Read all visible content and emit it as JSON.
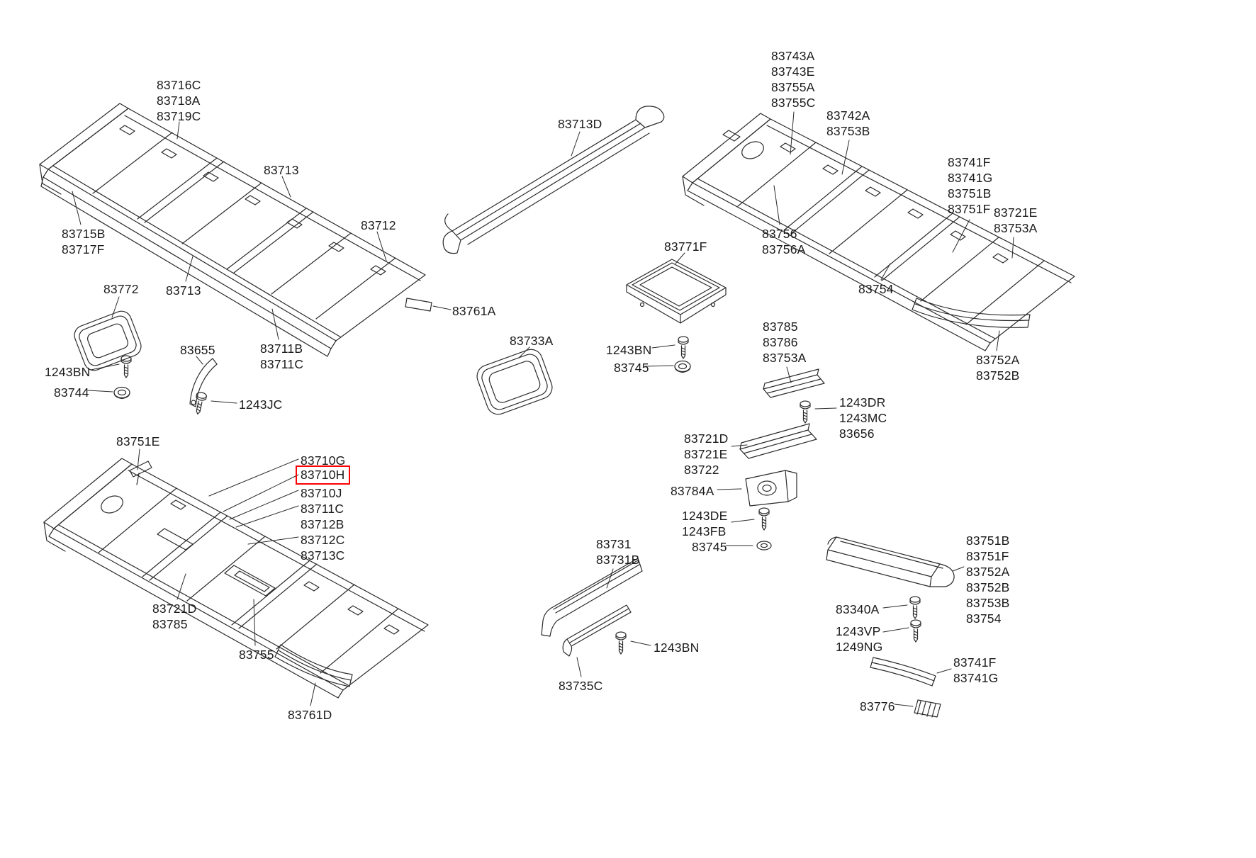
{
  "page": {
    "background": "#ffffff",
    "figure_type": "vehicle roof bow / rail exploded parts diagram"
  },
  "colors": {
    "line": "#2b2b2b",
    "text": "#1a1a1a",
    "highlight": "#fe0000"
  },
  "highlight": {
    "part": "83710H"
  },
  "diagram": {
    "labels": [
      {
        "part": "83716C-83718A-83719C",
        "text": "83716C\n83718A\n83719C"
      },
      {
        "part": "83713-top",
        "text": "83713"
      },
      {
        "part": "83715B-83717F",
        "text": "83715B\n83717F"
      },
      {
        "part": "83712",
        "text": "83712"
      },
      {
        "part": "83713-mid",
        "text": "83713"
      },
      {
        "part": "83772",
        "text": "83772"
      },
      {
        "part": "83655",
        "text": "83655"
      },
      {
        "part": "83711B-83711C",
        "text": "83711B\n83711C"
      },
      {
        "part": "83761A",
        "text": "83761A"
      },
      {
        "part": "1243BN-left",
        "text": "1243BN"
      },
      {
        "part": "83744",
        "text": "83744"
      },
      {
        "part": "1243JC",
        "text": "1243JC"
      },
      {
        "part": "83751E",
        "text": "83751E"
      },
      {
        "part": "83713D",
        "text": "83713D"
      },
      {
        "part": "83771F",
        "text": "83771F"
      },
      {
        "part": "83733A",
        "text": "83733A"
      },
      {
        "part": "1243BN-mid",
        "text": "1243BN"
      },
      {
        "part": "83745-mid",
        "text": "83745"
      },
      {
        "part": "83743A-83743E-83755A-83755C",
        "text": "83743A\n83743E\n83755A\n83755C"
      },
      {
        "part": "83742A-83753B",
        "text": "83742A\n83753B"
      },
      {
        "part": "83741F-83741G-83751B-83751F",
        "text": "83741F\n83741G\n83751B\n83751F"
      },
      {
        "part": "83721E-83753A",
        "text": "83721E\n83753A"
      },
      {
        "part": "83756-83756A",
        "text": "83756\n83756A"
      },
      {
        "part": "83754",
        "text": "83754"
      },
      {
        "part": "83752A-83752B",
        "text": "83752A\n83752B"
      },
      {
        "part": "83785-83786-83753A",
        "text": "83785\n83786\n83753A"
      },
      {
        "part": "1243DR-1243MC-83656",
        "text": "1243DR\n1243MC\n83656"
      },
      {
        "part": "83721D-83721E-83722",
        "text": "83721D\n83721E\n83722"
      },
      {
        "part": "83784A",
        "text": "83784A"
      },
      {
        "part": "1243DE-1243FB",
        "text": "1243DE\n1243FB"
      },
      {
        "part": "83745-low",
        "text": "83745"
      },
      {
        "part": "83731-83731B",
        "text": "83731\n83731B"
      },
      {
        "part": "1243BN-bottom",
        "text": "1243BN"
      },
      {
        "part": "83735C",
        "text": "83735C"
      },
      {
        "part": "83751B-group-bottom",
        "text": "83751B\n83751F\n83752A\n83752B\n83753B\n83754"
      },
      {
        "part": "83340A",
        "text": "83340A"
      },
      {
        "part": "1243VP-1249NG",
        "text": "1243VP\n1249NG"
      },
      {
        "part": "83741F-83741G-bottom",
        "text": "83741F\n83741G"
      },
      {
        "part": "83776",
        "text": "83776"
      },
      {
        "part": "83710G",
        "text": "83710G"
      },
      {
        "part": "83710H",
        "text": "83710H"
      },
      {
        "part": "83710J-group",
        "text": "83710J\n83711C\n83712B\n83712C\n83713C"
      },
      {
        "part": "83721D-83785-left",
        "text": "83721D\n83785"
      },
      {
        "part": "83755",
        "text": "83755"
      },
      {
        "part": "83761D",
        "text": "83761D"
      }
    ]
  }
}
